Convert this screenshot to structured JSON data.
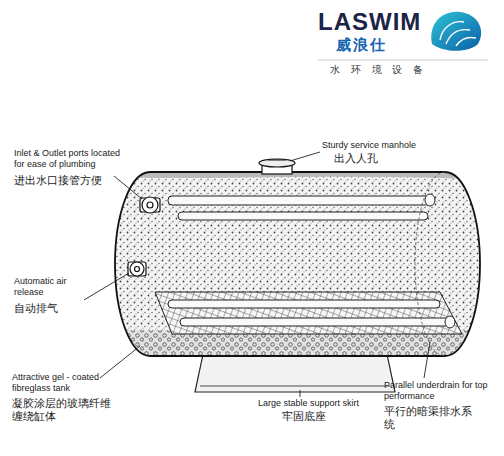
{
  "diagram": {
    "labels": [
      "LASWIM",
      "威浪仕",
      "水 环 境 设 备",
      "Inlet & Outlet ports located for ease of plumbing",
      "进出水口接管方便",
      "Sturdy service manhole",
      "出入人孔",
      "Automatic air release",
      "自动排气",
      "Attractive gel - coated fibreglass tank",
      "凝胶涂层的玻璃纤维缠绕缸体",
      "Large stable support skirt",
      "牢固底座",
      "Parallel underdrain for top performance",
      "平行的暗渠排水系统"
    ]
  }
}
